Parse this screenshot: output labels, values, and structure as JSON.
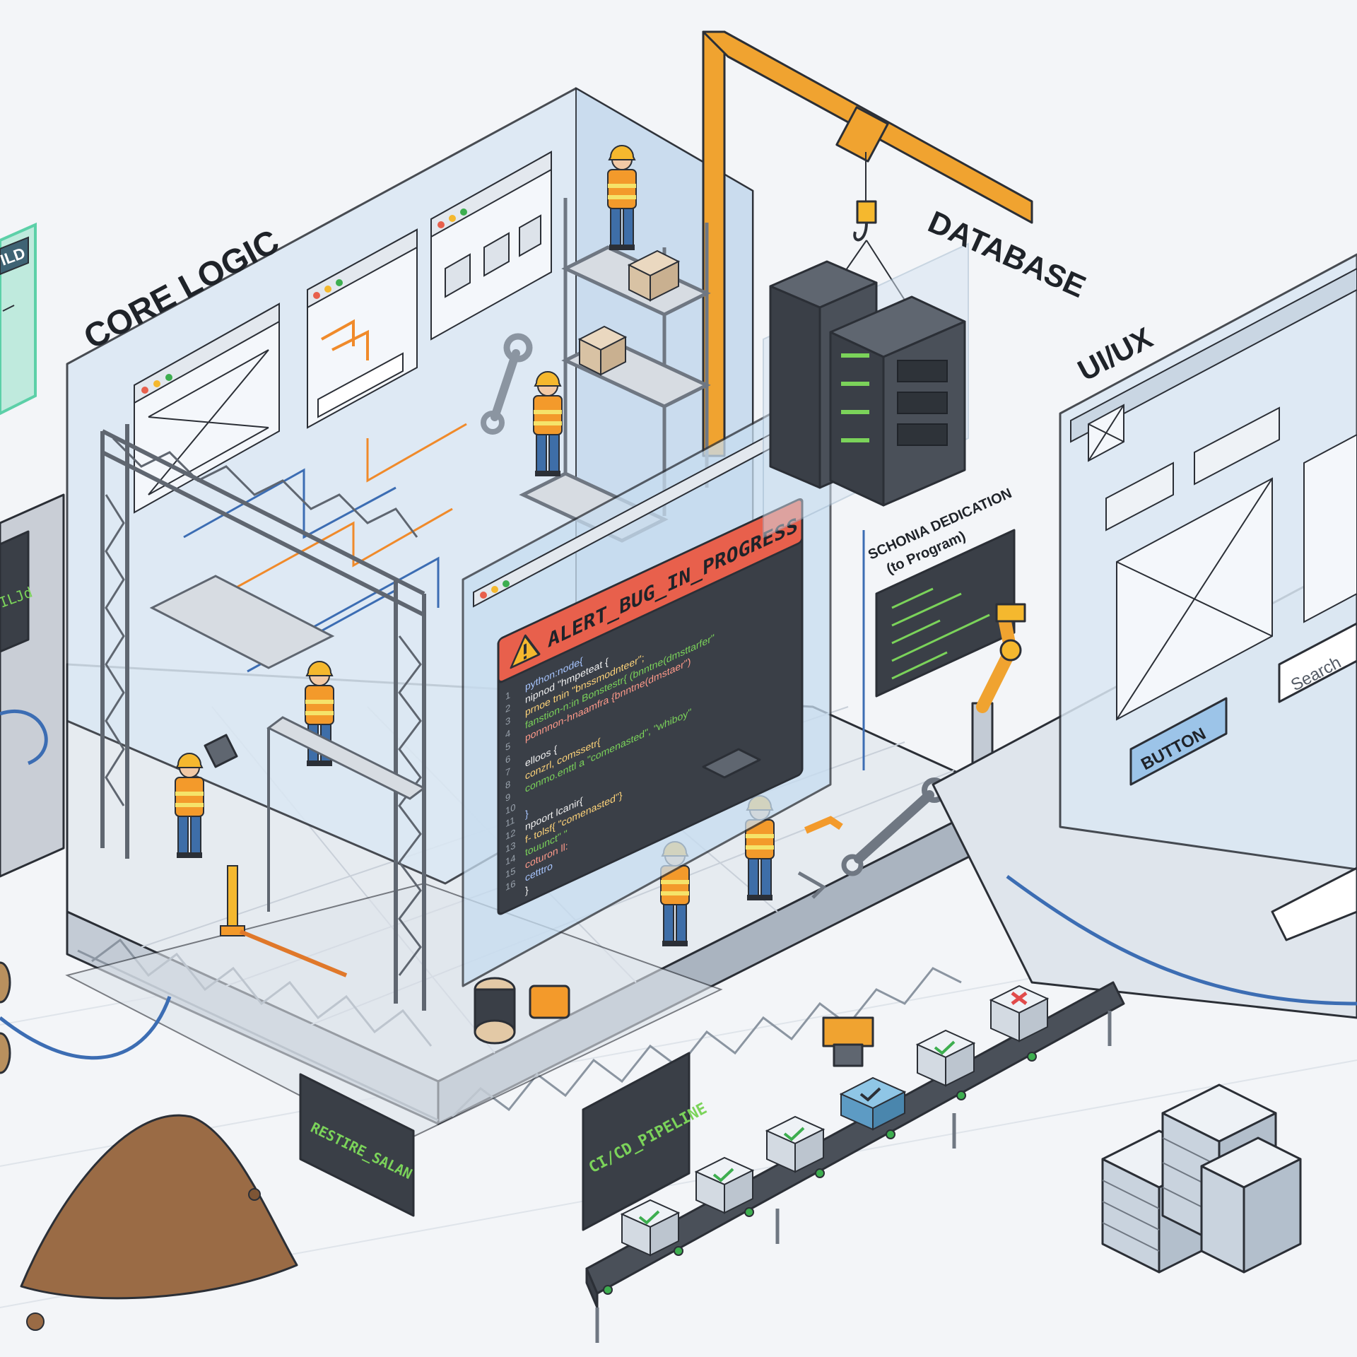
{
  "labels": {
    "core_logic": "CORE LOGIC",
    "database": "DATABASE",
    "uiux": "UI/UX",
    "left_build": "ILD",
    "schema_line1": "SCHONIA DEDICATION",
    "schema_line2": "(to Program)",
    "pipeline": "CI/CD_PIPELINE",
    "restire": "RESTIRE_SALAN",
    "left_monitor": "ILJd",
    "button": "BUTTON",
    "search": "Search"
  },
  "alert": {
    "title": "ALERT_BUG_IN_PROGRESS",
    "code_lines": [
      "python:node{",
      "  nipnod \"hmpeteat {",
      "    prnoe tnin \"bnssmodnteer\";",
      "      fanstion-n:in Bonstestr{  (bnntne(dmsttarfer\"",
      "       ponnnon-hnaamfra  {bnntne(dmstaer\")",
      "",
      "  elloos {",
      "    conzrl, comssetr{",
      "      conmo.enttl a  \"comenasted\", \"whiboy\"",
      "",
      "   }",
      " npoort  lcanir{",
      "   f-  tolsf{  \"comenasted\"}",
      "    touunct\"  \"",
      " coturon  ll:",
      " cetttro",
      " }"
    ],
    "line_numbers": [
      "1",
      "2",
      "3",
      "4",
      "5",
      "6",
      "7",
      "8",
      "9",
      "10",
      "11",
      "12",
      "13",
      "14",
      "15",
      "16"
    ]
  },
  "colors": {
    "outline": "#2b2f36",
    "glass": "#dbe8f4",
    "alert_red": "#e8604c",
    "code_bg": "#3a3f47",
    "vest_orange": "#f39a2b",
    "helmet_yellow": "#f5b82e",
    "crane_orange": "#f0a330",
    "code_green": "#7bd35a",
    "check_green": "#3dae4f",
    "reject_red": "#e14b4b",
    "button_blue": "#9cc4e8"
  },
  "icons": [
    "warning-icon",
    "wrench-icon",
    "crane-hook-icon",
    "server-rack-icon",
    "check-icon",
    "cross-icon"
  ]
}
